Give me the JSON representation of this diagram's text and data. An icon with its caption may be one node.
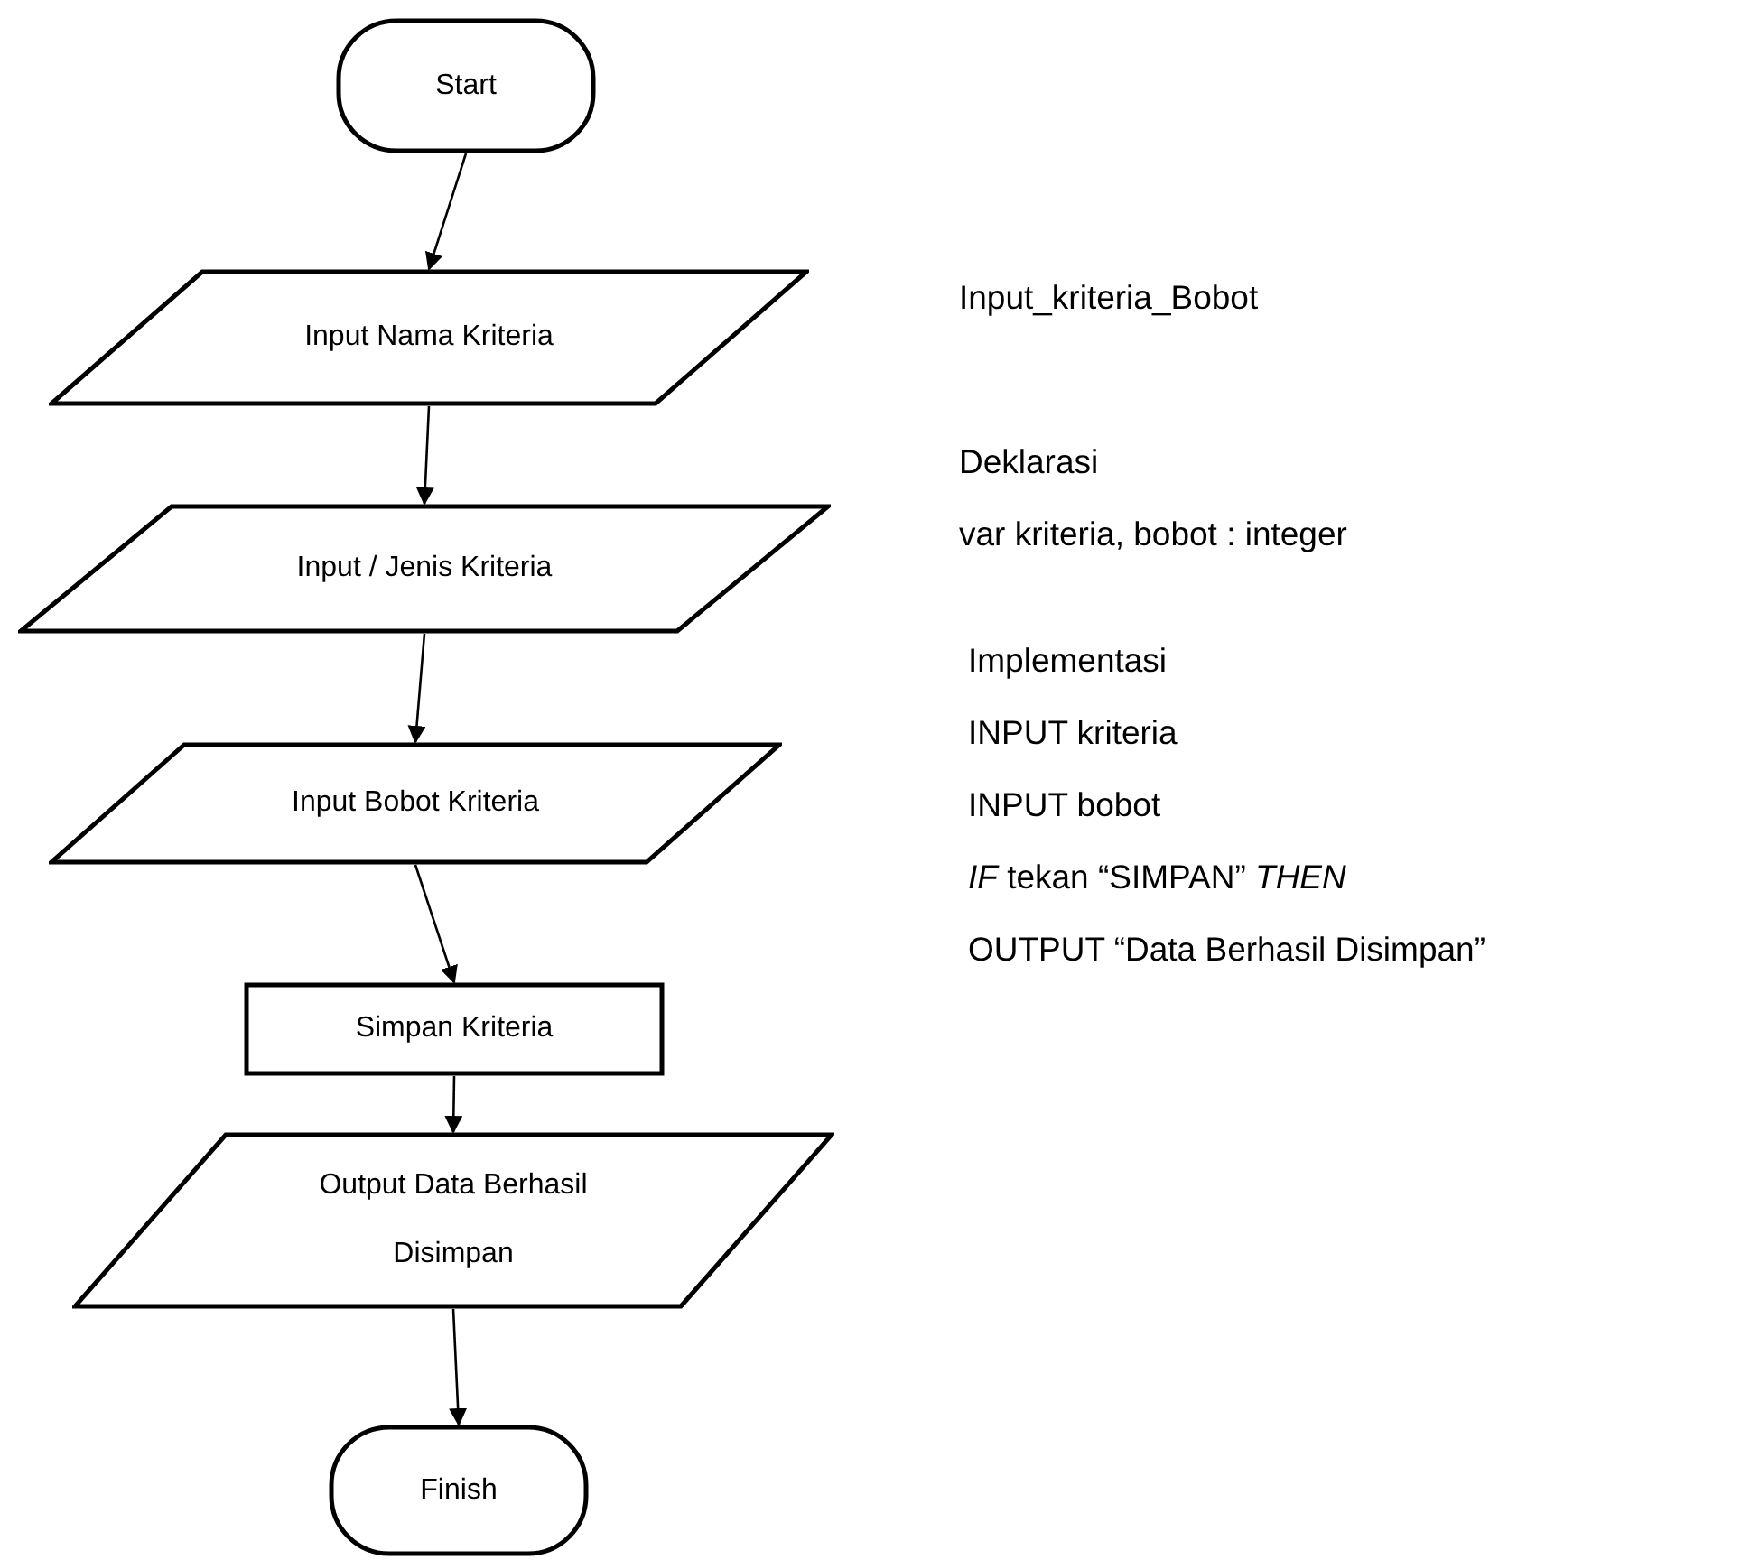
{
  "diagram": {
    "nodes": [
      {
        "text": [
          "Start"
        ]
      },
      {
        "text": [
          "Input Nama Kriteria"
        ]
      },
      {
        "text": [
          "Input / Jenis Kriteria"
        ]
      },
      {
        "text": [
          "Input Bobot Kriteria"
        ]
      },
      {
        "text": [
          "Simpan Kriteria"
        ]
      },
      {
        "text": [
          "Output Data Berhasil Disimpan"
        ]
      },
      {
        "text": [
          "Finish"
        ]
      }
    ],
    "edges": [
      {
        "from": 0,
        "to": 1,
        "arrow": "to"
      },
      {
        "from": 1,
        "to": 2,
        "arrow": "to"
      },
      {
        "from": 2,
        "to": 3,
        "arrow": "to"
      },
      {
        "from": 3,
        "to": 4,
        "arrow": "to"
      },
      {
        "from": 4,
        "to": 5,
        "arrow": "to"
      },
      {
        "from": 5,
        "to": 6,
        "arrow": "to"
      }
    ],
    "labels": [
      "Input_kriteria_Bobot",
      "Deklarasi",
      "var kriteria, bobot : integer",
      "Implementasi",
      "INPUT kriteria",
      "INPUT bobot",
      "*IF* tekan “SIMPAN” *THEN*",
      "OUTPUT “Data Berhasil Disimpan”"
    ]
  }
}
